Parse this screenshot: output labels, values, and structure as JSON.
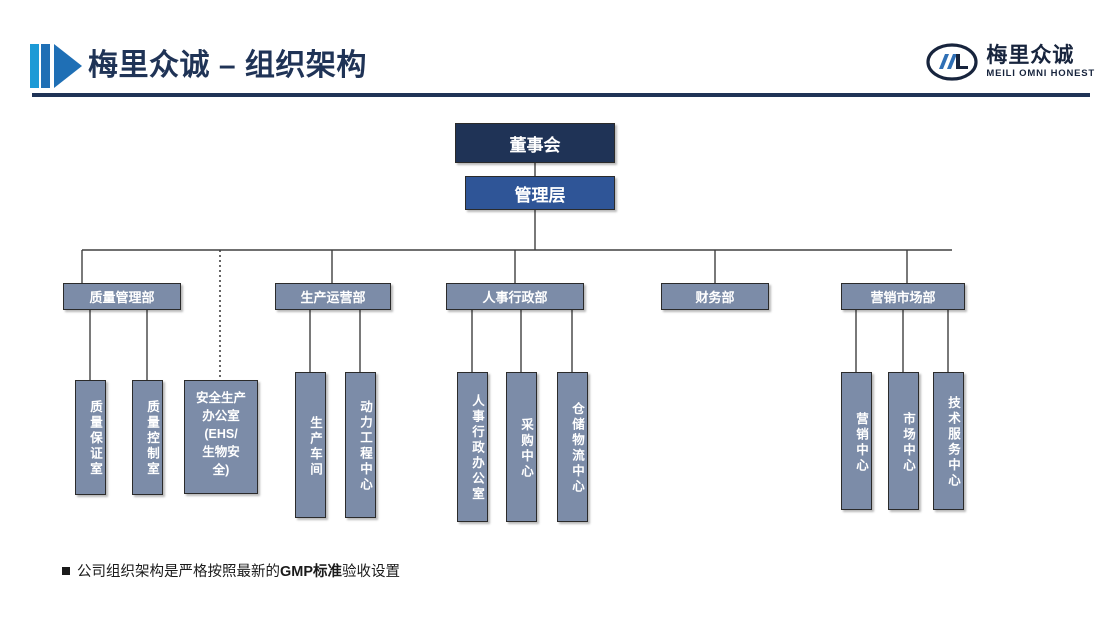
{
  "header": {
    "title": "梅里众诚 – 组织架构",
    "accent_color_light": "#1C9AD6",
    "accent_color_dark": "#1F6FB5",
    "rule_color": "#1F3356"
  },
  "logo": {
    "cn": "梅里众诚",
    "en": "MEILI OMNI HONEST",
    "color": "#17243D"
  },
  "chart_data": {
    "type": "diagram",
    "title": "梅里众诚 – 组织架构",
    "colors": {
      "board": "#1F3356",
      "management": "#2F5597",
      "department": "#7C8CA8",
      "sub_unit": "#7C8CA8",
      "connector": "#404040"
    },
    "nodes": {
      "board": {
        "label": "董事会",
        "level": "board"
      },
      "management": {
        "label": "管理层",
        "level": "management"
      },
      "departments": [
        {
          "label": "质量管理部",
          "children": [
            {
              "label": "质量保证室",
              "orientation": "vertical",
              "link": "solid"
            },
            {
              "label": "质量控制室",
              "orientation": "vertical",
              "link": "solid"
            },
            {
              "label": "安全生产办公室(EHS/生物安全)",
              "orientation": "wrapped",
              "link": "dotted"
            }
          ]
        },
        {
          "label": "生产运营部",
          "children": [
            {
              "label": "生产车间",
              "orientation": "vertical",
              "link": "solid"
            },
            {
              "label": "动力工程中心",
              "orientation": "vertical",
              "link": "solid"
            }
          ]
        },
        {
          "label": "人事行政部",
          "children": [
            {
              "label": "人事行政办公室",
              "orientation": "vertical",
              "link": "solid"
            },
            {
              "label": "采购中心",
              "orientation": "vertical",
              "link": "solid"
            },
            {
              "label": "仓储物流中心",
              "orientation": "vertical",
              "link": "solid"
            }
          ]
        },
        {
          "label": "财务部",
          "children": []
        },
        {
          "label": "营销市场部",
          "children": [
            {
              "label": "营销中心",
              "orientation": "vertical",
              "link": "solid"
            },
            {
              "label": "市场中心",
              "orientation": "vertical",
              "link": "solid"
            },
            {
              "label": "技术服务中心",
              "orientation": "vertical",
              "link": "solid"
            }
          ]
        }
      ]
    }
  },
  "nodes": {
    "board": "董事会",
    "management": "管理层",
    "dept_quality": "质量管理部",
    "dept_production": "生产运营部",
    "dept_hr": "人事行政部",
    "dept_finance": "财务部",
    "dept_marketing": "营销市场部",
    "sub_qa": "质量保证室",
    "sub_qc": "质量控制室",
    "sub_ehs_line1": "安全生产",
    "sub_ehs_line2": "办公室",
    "sub_ehs_line3": "(EHS/",
    "sub_ehs_line4": "生物安",
    "sub_ehs_line5": "全)",
    "sub_workshop": "生产车间",
    "sub_power": "动力工程中心",
    "sub_hr_office": "人事行政办公室",
    "sub_purchase": "采购中心",
    "sub_warehouse": "仓储物流中心",
    "sub_sales": "营销中心",
    "sub_market": "市场中心",
    "sub_tech_service": "技术服务中心"
  },
  "footer": {
    "text_before": "公司组织架构是严格按照最新的",
    "text_bold": "GMP标准",
    "text_after": "验收设置"
  }
}
